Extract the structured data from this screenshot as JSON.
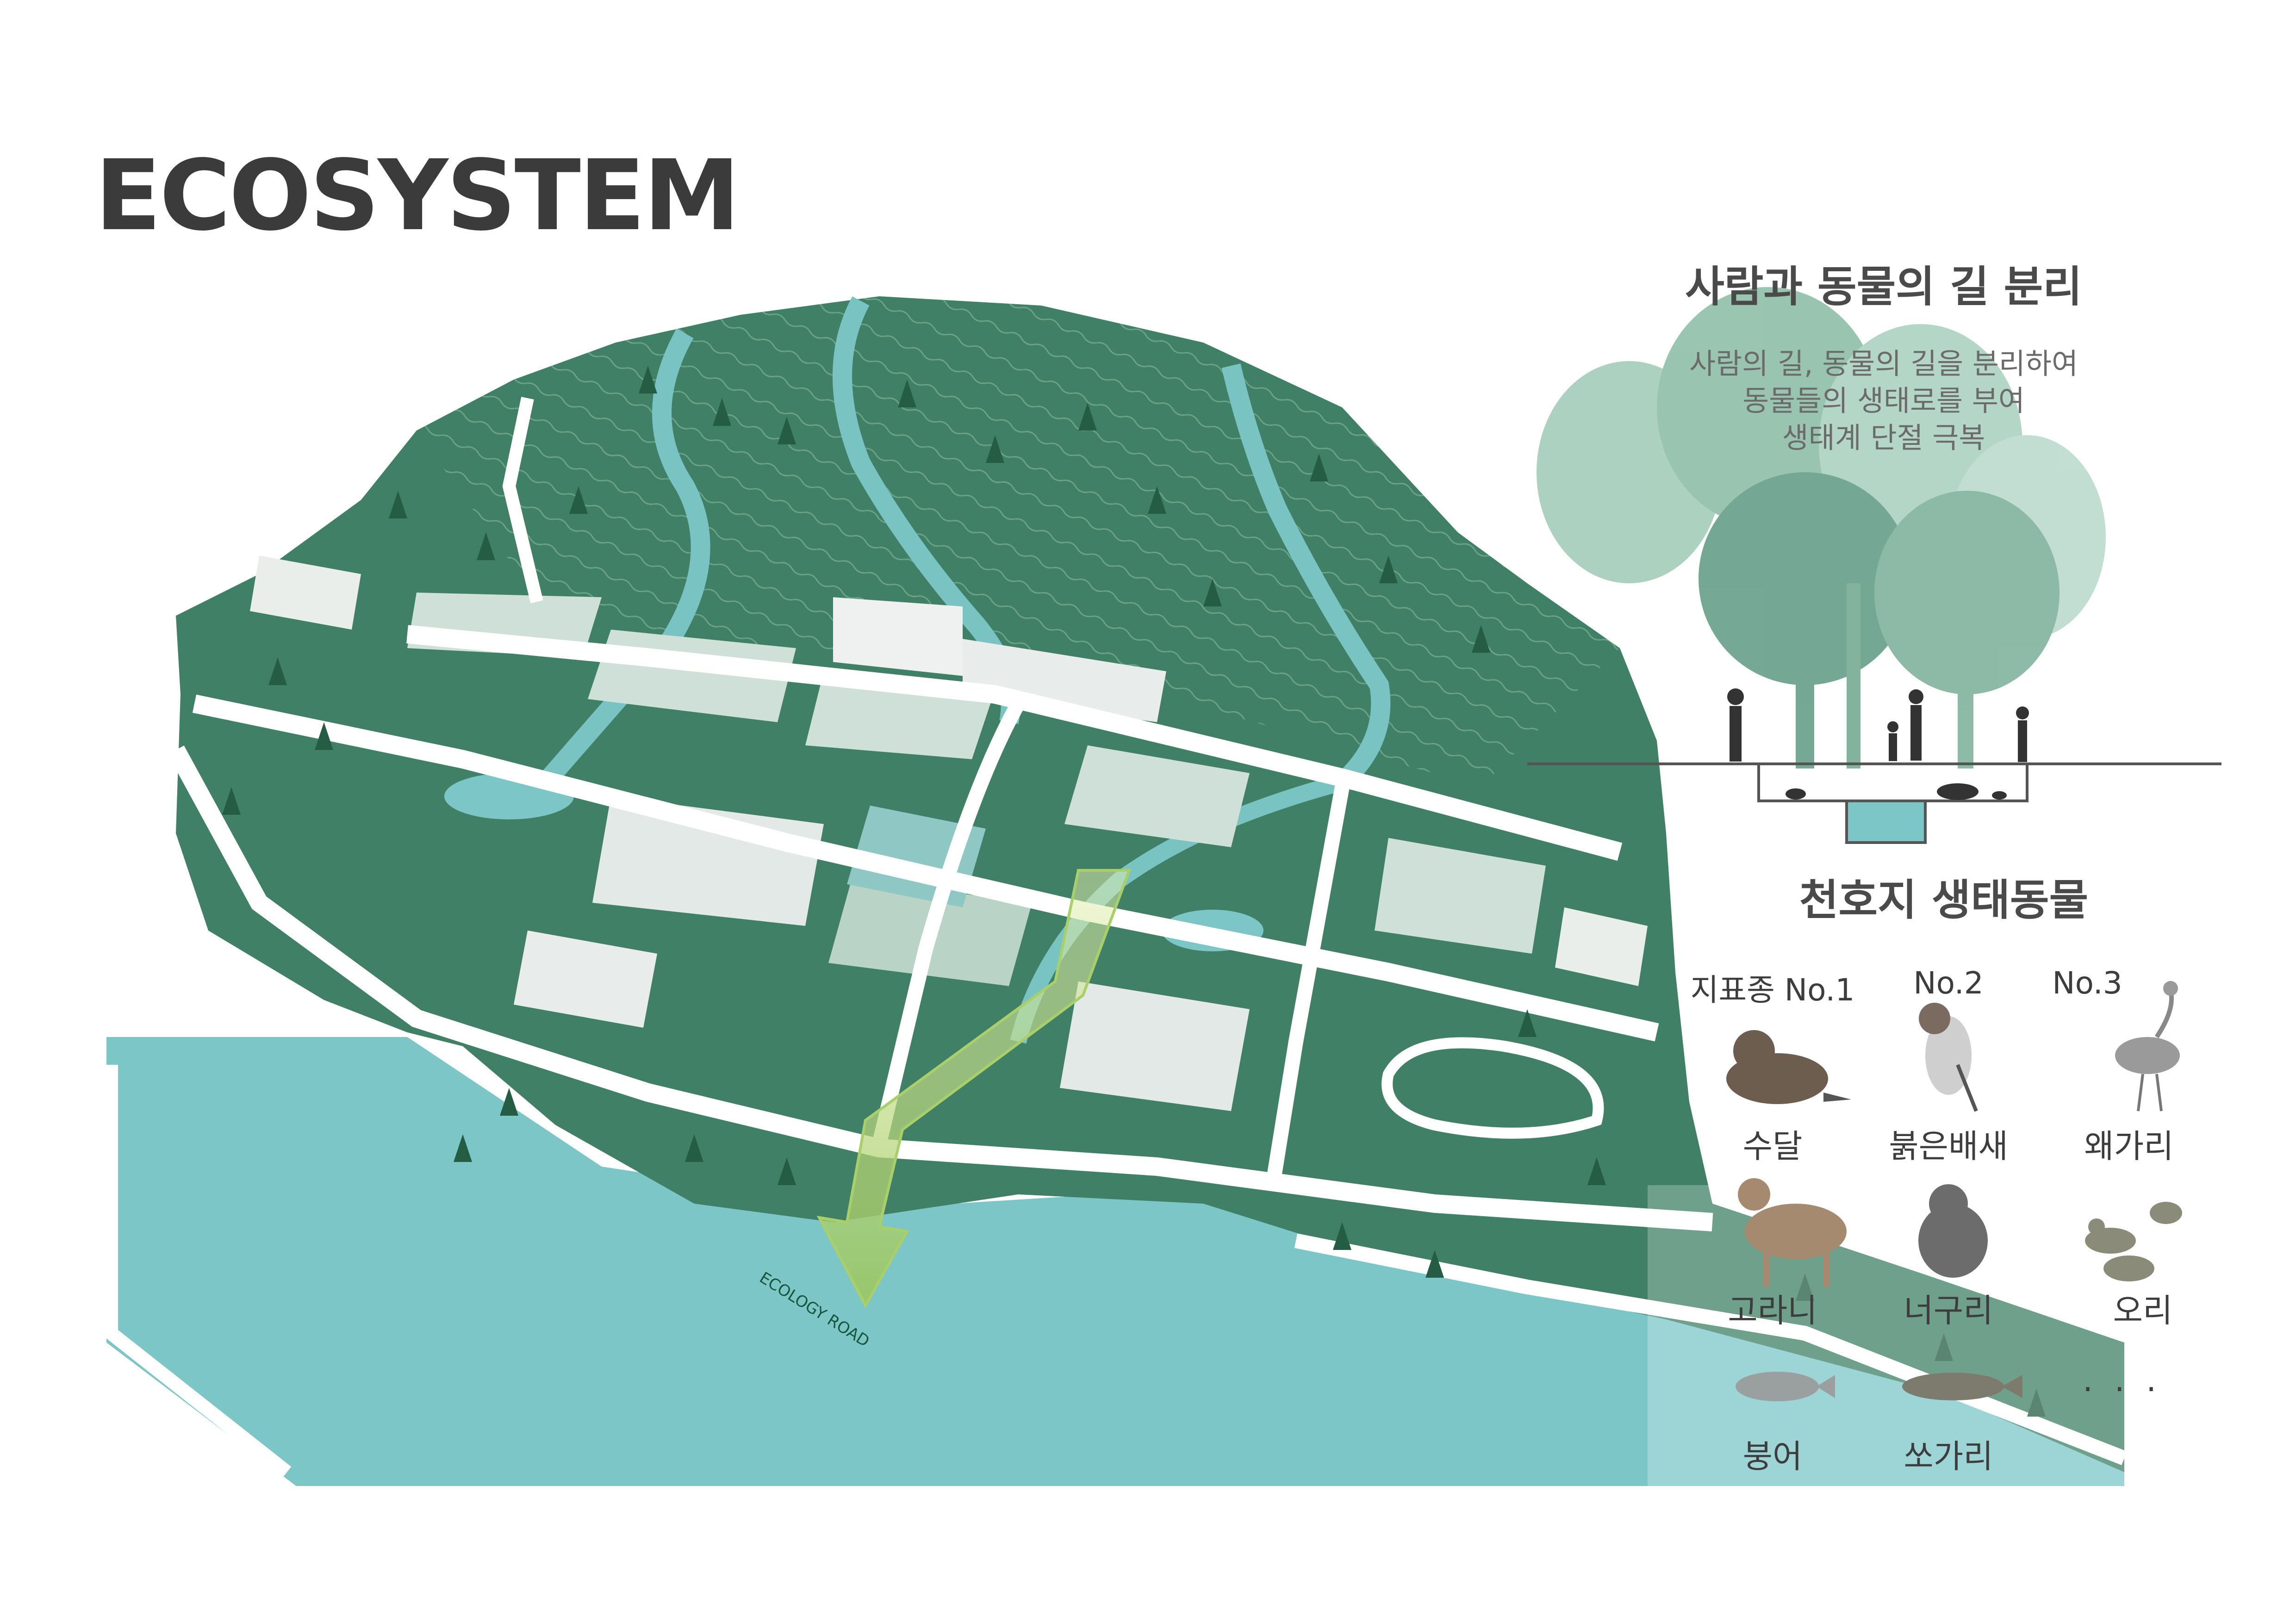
{
  "title": "ECOSYSTEM",
  "separation": {
    "title": "사람과 동물의 길 분리",
    "description": [
      "사람의 길, 동물의 길을 분리하여",
      "동물들의 생태로를 부여",
      "생태계 단절 극복"
    ]
  },
  "wildlife": {
    "title": "천호지 생태동물",
    "ranks": [
      "지표종 No.1",
      "No.2",
      "No.3"
    ],
    "animals": {
      "otter": "수달",
      "kestrel": "붉은배새",
      "heron": "왜가리",
      "deer": "고라니",
      "raccoon": "너구리",
      "duck": "오리",
      "carp": "붕어",
      "mandarin_fish": "쏘가리"
    },
    "more": ". . ."
  },
  "map": {
    "ecology_road_label": "ECOLOGY ROAD"
  },
  "colors": {
    "forest": "#3f8066",
    "forest_dark": "#2d6a50",
    "forest_light": "#6fa68c",
    "lake": "#7cc6c8",
    "road": "#ffffff",
    "ecology_road": "#b7d68a",
    "title_text": "#3b3b3b"
  }
}
